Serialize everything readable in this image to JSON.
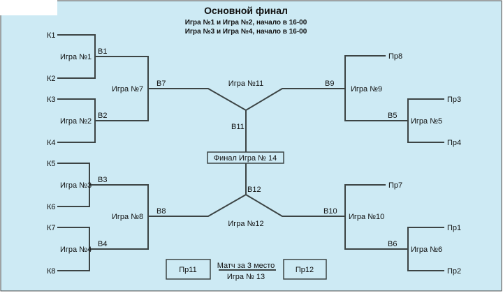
{
  "header": {
    "title": "Основной финал",
    "line1": "Игра №1 и Игра №2, начало в 16-00",
    "line2": "Игра №3 и Игра №4, начало в 16-00"
  },
  "left": {
    "teams": [
      "К1",
      "К2",
      "К3",
      "К4",
      "К5",
      "К6",
      "К7",
      "К8"
    ],
    "r1_games": [
      "Игра №1",
      "Игра №2",
      "Игра №3",
      "Игра №4"
    ],
    "r1_winners": [
      "В1",
      "В2",
      "В3",
      "В4"
    ],
    "r2_games": [
      "Игра №7",
      "Игра №8"
    ],
    "r2_winners": [
      "В7",
      "В8"
    ]
  },
  "right": {
    "teams": [
      "Пр8",
      "Пр3",
      "Пр4",
      "Пр7",
      "Пр1",
      "Пр2"
    ],
    "r1_games": [
      "Игра №5",
      "Игра №6"
    ],
    "r1_winners": [
      "В5",
      "В6"
    ],
    "r2_games": [
      "Игра №9",
      "Игра №10"
    ],
    "r2_winners": [
      "В9",
      "В10"
    ]
  },
  "semis": {
    "top_game": "Игра №11",
    "top_winner": "В11",
    "bottom_game": "Игра №12",
    "bottom_winner": "В12"
  },
  "final": {
    "label": "Финал Игра № 14"
  },
  "third_place": {
    "left_team": "Пр11",
    "right_team": "Пр12",
    "title": "Матч за 3 место",
    "game": "Игра № 13"
  }
}
